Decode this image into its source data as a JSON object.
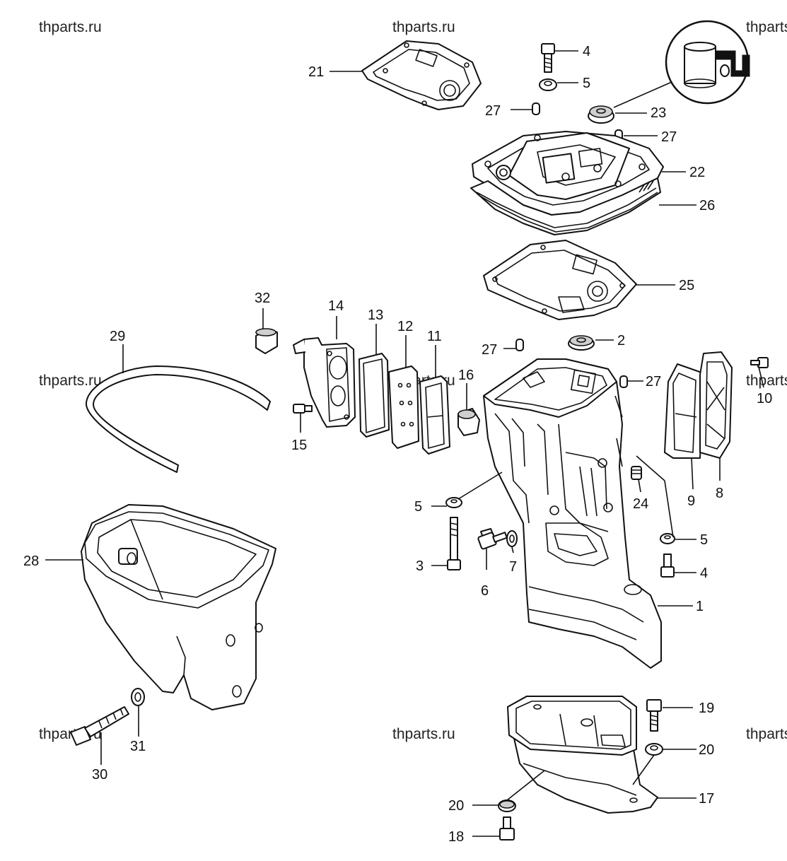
{
  "watermark": "thparts.ru",
  "callouts": {
    "c1": "1",
    "c2": "2",
    "c3": "3",
    "c4a": "4",
    "c4b": "4",
    "c5a": "5",
    "c5b": "5",
    "c5c": "5",
    "c6": "6",
    "c7": "7",
    "c8": "8",
    "c9": "9",
    "c10": "10",
    "c11": "11",
    "c12": "12",
    "c13": "13",
    "c14": "14",
    "c15": "15",
    "c16": "16",
    "c17": "17",
    "c18": "18",
    "c19": "19",
    "c20a": "20",
    "c20b": "20",
    "c21": "21",
    "c22": "22",
    "c23": "23",
    "c24": "24",
    "c25": "25",
    "c26": "26",
    "c27a": "27",
    "c27b": "27",
    "c27c": "27",
    "c27d": "27",
    "c28": "28",
    "c29": "29",
    "c30": "30",
    "c31": "31",
    "c32": "32"
  }
}
